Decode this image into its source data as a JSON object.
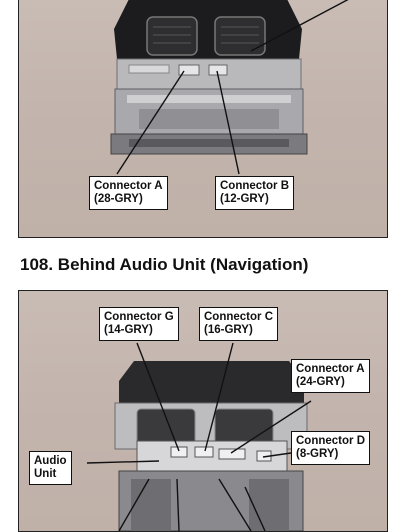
{
  "top_figure": {
    "callouts": [
      {
        "line1": "Connector A",
        "line2": "(28-GRY)"
      },
      {
        "line1": "Connector B",
        "line2": "(12-GRY)"
      }
    ]
  },
  "section": {
    "title": "108.  Behind Audio Unit (Navigation)"
  },
  "bottom_figure": {
    "callouts": [
      {
        "line1": "Connector G",
        "line2": "(14-GRY)"
      },
      {
        "line1": "Connector C",
        "line2": "(16-GRY)"
      },
      {
        "line1": "Connector A",
        "line2": "(24-GRY)"
      },
      {
        "line1": "Connector D",
        "line2": "(8-GRY)"
      },
      {
        "line1": "Audio",
        "line2": "Unit"
      }
    ]
  }
}
